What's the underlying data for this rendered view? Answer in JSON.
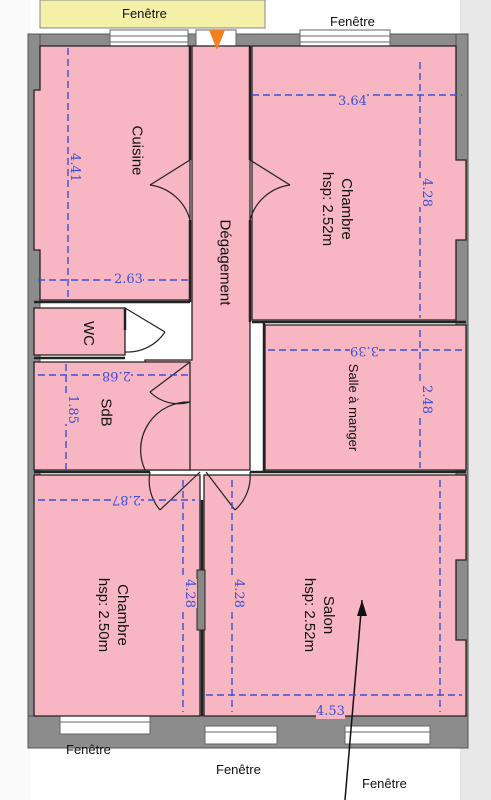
{
  "rooms": {
    "cuisine": "Cuisine",
    "degagement": "Dégagement",
    "chambre_nord_name": "Chambre",
    "chambre_nord_hsp": "hsp: 2.52m",
    "wc": "WC",
    "sdb": "SdB",
    "salle_a_manger": "Salle à manger",
    "chambre_sud_name": "Chambre",
    "chambre_sud_hsp": "hsp: 2.50m",
    "salon_name": "Salon",
    "salon_hsp": "hsp: 2.52m"
  },
  "windows": {
    "top_left": "Fenêtre",
    "top_right": "Fenêtre",
    "bottom_left": "Fenêtre",
    "bottom_center": "Fenêtre",
    "bottom_right": "Fenêtre"
  },
  "dimensions": {
    "cuisine_height": "4.41",
    "cuisine_width": "2.63",
    "chambre_nord_width": "3.64",
    "chambre_nord_height": "4.28",
    "salle_a_manger_width": "3.39",
    "salle_a_manger_height": "2.48",
    "sdb_width": "2.68",
    "sdb_height": "1.85",
    "chambre_sud_width": "2.87",
    "chambre_sud_height": "4.28",
    "salon_height": "4.28",
    "salon_width": "4.53"
  },
  "colors": {
    "room_fill": "#f7b6c2",
    "wall": "#8c8c8c",
    "dimension": "#3a50d8",
    "neighbor_fill": "#f4f0a8",
    "entrance_marker": "#f08020"
  }
}
